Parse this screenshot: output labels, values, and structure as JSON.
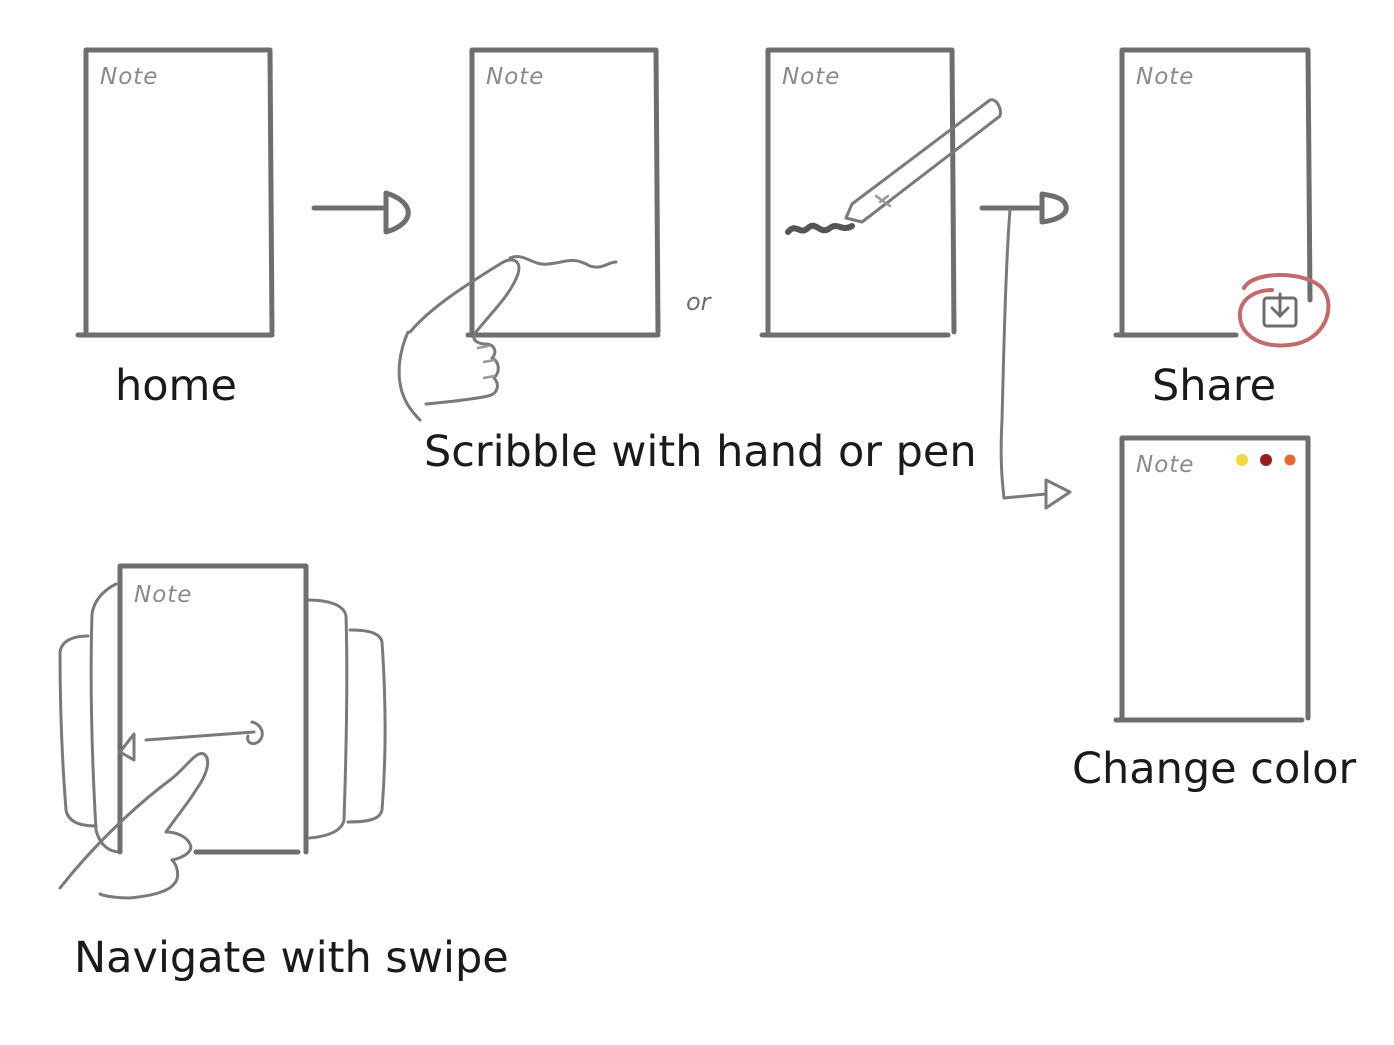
{
  "note_label": "Note",
  "captions": {
    "home": "home",
    "scribble": "Scribble with hand or pen",
    "or": "or",
    "share": "Share",
    "change_color": "Change color",
    "swipe": "Navigate with swipe"
  },
  "colors": {
    "sketch_line": "#6e6e6e",
    "highlight_circle": "#c46a6a",
    "swatch_yellow": "#f0d83a",
    "swatch_dark_red": "#9c1c1c",
    "swatch_orange": "#e8692a"
  },
  "icons": {
    "share_icon": "download-into-tray-icon",
    "pen_icon": "stylus-pen-icon",
    "hand_icon": "pointing-hand-icon"
  }
}
